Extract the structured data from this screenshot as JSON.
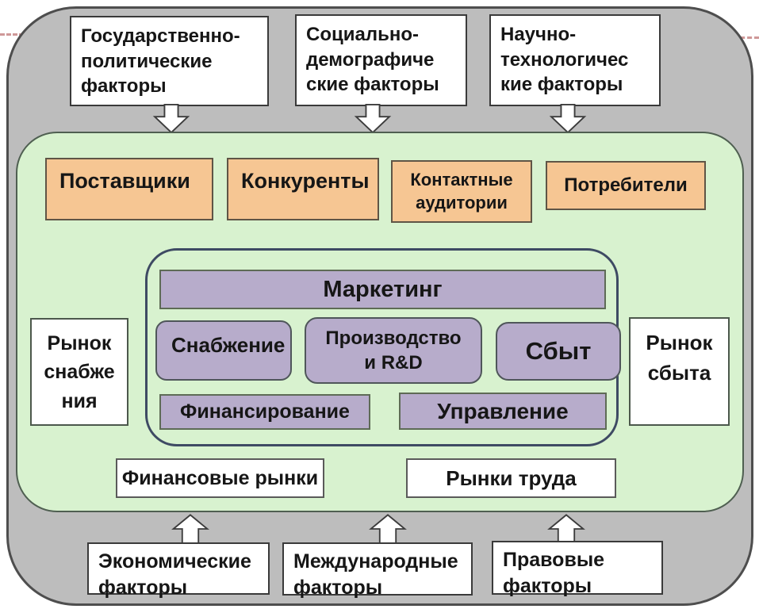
{
  "macro_environment": {
    "top_factors": [
      {
        "label": "Государственно-\nполитические\nфакторы"
      },
      {
        "label": "Социально-\nдемографиче\nские факторы"
      },
      {
        "label": "Научно-\nтехнологичес\nкие факторы"
      }
    ],
    "bottom_factors": [
      {
        "label": "Экономические\nфакторы"
      },
      {
        "label": "Международные\nфакторы"
      },
      {
        "label": "Правовые\nфакторы"
      }
    ]
  },
  "micro_environment": {
    "actors": [
      {
        "label": "Поставщики"
      },
      {
        "label": "Конкуренты"
      },
      {
        "label": "Контактные\nаудитории"
      },
      {
        "label": "Потребители"
      }
    ],
    "markets": {
      "supply": "Рынок\nснабже\nния",
      "sales": "Рынок\nсбыта",
      "financial": "Финансовые рынки",
      "labor": "Рынки труда"
    }
  },
  "firm": {
    "marketing": "Маркетинг",
    "supply": "Снабжение",
    "production": "Производство\nи R&D",
    "sales": "Сбыт",
    "financing": "Финансирование",
    "management": "Управление"
  },
  "icons": {
    "down_arrow": "block arrow pointing down",
    "up_arrow": "block arrow pointing up"
  },
  "colors": {
    "macro_bg": "#bdbdbd",
    "micro_bg": "#d8f2cf",
    "actor_bg": "#f6c693",
    "firm_unit_bg": "#b7accb",
    "box_bg": "#ffffff",
    "dashed_line": "#cf9898"
  }
}
